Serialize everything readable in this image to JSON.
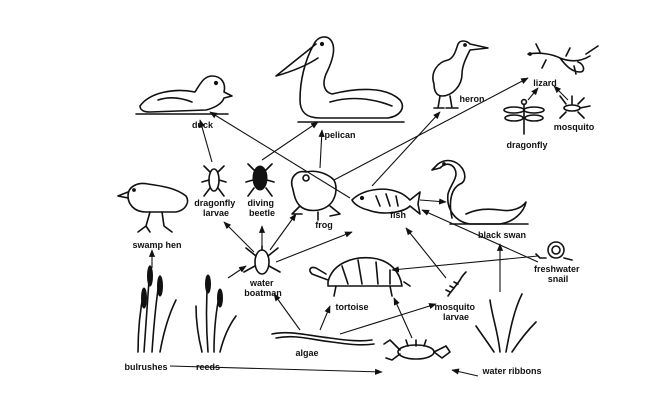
{
  "food_web": {
    "organisms": {
      "duck": "duck",
      "pelican": "pelican",
      "heron": "heron",
      "lizard": "lizard",
      "mosquito": "mosquito",
      "dragonfly": "dragonfly",
      "dragonfly_larvae": "dragonfly\nlarvae",
      "diving_beetle": "diving\nbeetle",
      "frog": "frog",
      "fish": "fish",
      "black_swan": "black swan",
      "swamp_hen": "swamp hen",
      "freshwater_snail": "freshwater\nsnail",
      "water_boatman": "water\nboatman",
      "tortoise": "tortoise",
      "mosquito_larvae": "mosquito\nlarvae",
      "algae": "algae",
      "bulrushes": "bulrushes",
      "reeds": "reeds",
      "water_ribbons": "water ribbons",
      "yabby": ""
    },
    "arrows": [
      [
        "dragonfly_larvae",
        "duck"
      ],
      [
        "diving_beetle",
        "pelican"
      ],
      [
        "frog",
        "pelican"
      ],
      [
        "frog",
        "lizard"
      ],
      [
        "fish",
        "duck"
      ],
      [
        "fish",
        "heron"
      ],
      [
        "fish",
        "black_swan"
      ],
      [
        "water_boatman",
        "dragonfly_larvae"
      ],
      [
        "water_boatman",
        "diving_beetle"
      ],
      [
        "water_boatman",
        "frog"
      ],
      [
        "water_boatman",
        "fish"
      ],
      [
        "reeds",
        "water_boatman"
      ],
      [
        "bulrushes",
        "swamp_hen"
      ],
      [
        "bulrushes",
        "yabby"
      ],
      [
        "water_ribbons",
        "black_swan"
      ],
      [
        "water_ribbons",
        "yabby"
      ],
      [
        "freshwater_snail",
        "tortoise"
      ],
      [
        "freshwater_snail",
        "fish"
      ],
      [
        "mosquito_larvae",
        "fish"
      ],
      [
        "algae",
        "tortoise"
      ],
      [
        "algae",
        "water_boatman"
      ],
      [
        "algae",
        "mosquito_larvae"
      ],
      [
        "yabby",
        "tortoise"
      ],
      [
        "mosquito",
        "lizard"
      ],
      [
        "dragonfly",
        "lizard"
      ]
    ]
  }
}
